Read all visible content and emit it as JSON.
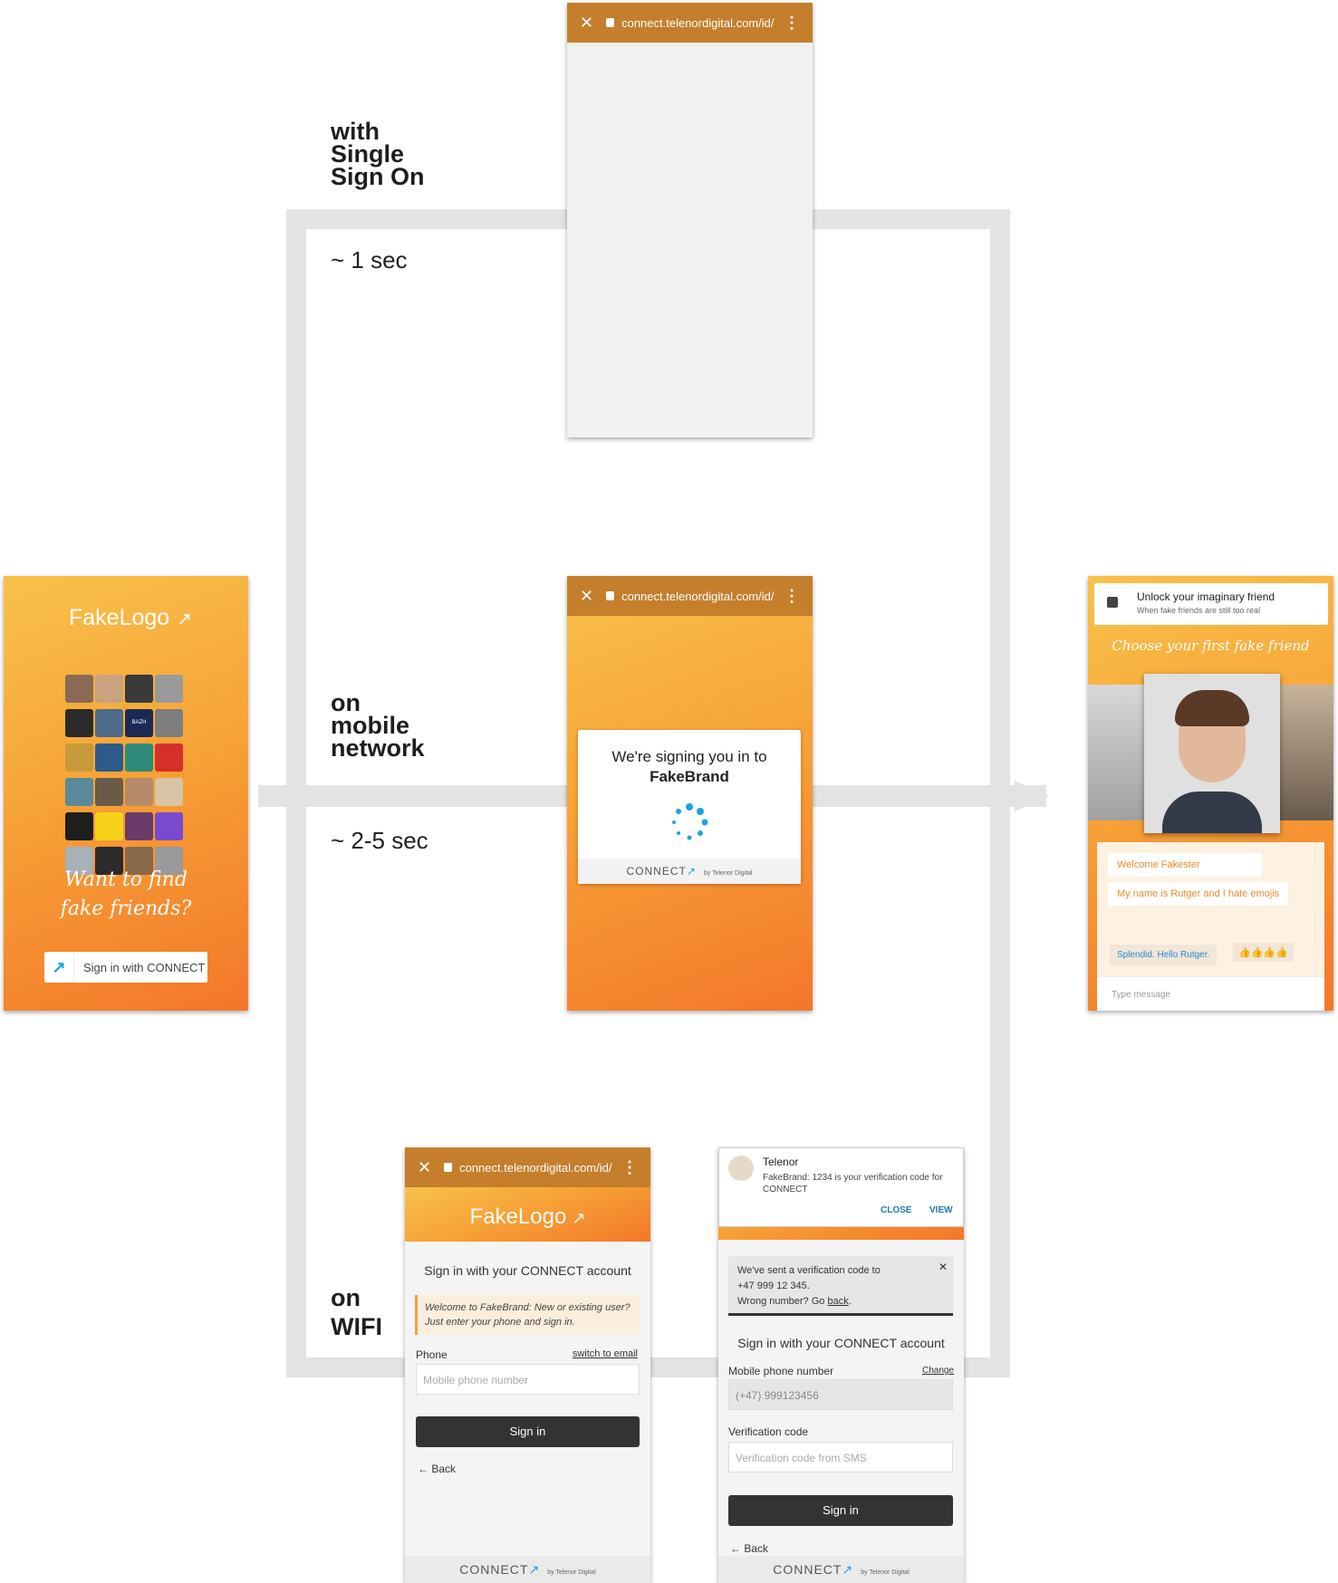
{
  "labels": {
    "sso": "with\nSingle\nSign On",
    "mobile": "on\nmobile\nnetwork",
    "wifi": "on\nWIFI",
    "time_sso": "~ 1 sec",
    "time_mobile": "~ 2-5 sec"
  },
  "browser": {
    "url": "connect.telenordigital.com/id/"
  },
  "app_start": {
    "logo": "FakeLogo",
    "tagline_1": "Want to find",
    "tagline_2": "fake friends?",
    "signin_button": "Sign in with CONNECT",
    "faces": [
      "#8a6a55",
      "#c9a27e",
      "#3a3a3a",
      "#9a9a9a",
      "#2b2b2b",
      "#4f6b8a",
      "#1b2a55",
      "#7e7e7e",
      "#c69a3a",
      "#2d5a8a",
      "#2f8a7a",
      "#d6302a",
      "#5a8a9a",
      "#6a5a4a",
      "#b68a6a",
      "#d8c4a6",
      "#1e1e1e",
      "#f6d21a",
      "#6a3a6a",
      "#7a4ad0",
      "#a8b0b8",
      "#2b2b2b",
      "#8a6a4a",
      "#9a9a9a"
    ],
    "badge_text": "BAZH"
  },
  "signing": {
    "line1": "We're signing you in to",
    "brand": "FakeBrand",
    "footer": "CONNECT",
    "footer_sub": "by Telenor Digital"
  },
  "result": {
    "notif_title": "Unlock your imaginary friend",
    "notif_sub": "When fake friends are still too real",
    "heading": "Choose your first fake friend",
    "msg1": "Welcome Fakester",
    "msg2": "My name is Rutger and I hate emojis",
    "reply": "Splendid. Hello Rutger.",
    "emojis": "👍👍👍👍",
    "input_placeholder": "Type message"
  },
  "wifi_login": {
    "logo": "FakeLogo",
    "title": "Sign in with your CONNECT account",
    "welcome": "Welcome to FakeBrand: New or existing user? Just enter your phone and sign in.",
    "phone_label": "Phone",
    "switch_link": "switch to email",
    "phone_placeholder": "Mobile phone number",
    "signin": "Sign in",
    "back": "Back",
    "footer": "CONNECT",
    "footer_sub": "by Telenor Digital"
  },
  "wifi_verify": {
    "sms_sender": "Telenor",
    "sms_text": "FakeBrand: 1234 is your verification code for CONNECT",
    "sms_close": "CLOSE",
    "sms_view": "VIEW",
    "sent_text_1": "We've sent a verification code to",
    "sent_text_2": "+47 999 12 345.",
    "wrong_number": "Wrong number? Go",
    "back_link": "back",
    "title": "Sign in with your CONNECT account",
    "mobile_label": "Mobile phone number",
    "change_link": "Change",
    "phone_value": "(+47) 999123456",
    "code_label": "Verification code",
    "code_placeholder": "Verification code from SMS",
    "signin": "Sign in",
    "back": "Back",
    "footer": "CONNECT",
    "footer_sub": "by Telenor Digital"
  },
  "colors": {
    "connector": "#e3e3e3",
    "url_bar": "#c47e2c",
    "brand_orange": "#f7a337",
    "telenor_blue": "#1aa3e0"
  }
}
